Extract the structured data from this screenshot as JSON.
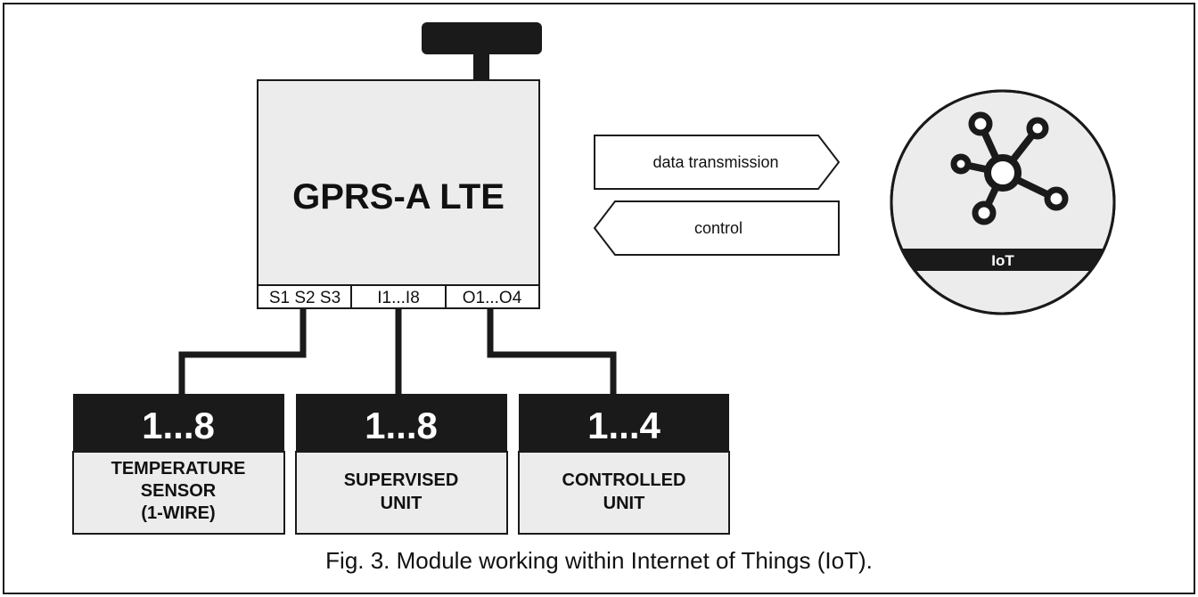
{
  "module": {
    "title": "GPRS-A LTE",
    "ports": [
      "S1 S2 S3",
      "I1...I8",
      "O1...O4"
    ]
  },
  "arrows": {
    "data_transmission": "data transmission",
    "control": "control"
  },
  "iot": {
    "label": "IoT"
  },
  "units": [
    {
      "count": "1...8",
      "label": [
        "TEMPERATURE",
        "SENSOR",
        "(1-WIRE)"
      ]
    },
    {
      "count": "1...8",
      "label": [
        "SUPERVISED",
        "UNIT"
      ]
    },
    {
      "count": "1...4",
      "label": [
        "CONTROLLED",
        "UNIT"
      ]
    }
  ],
  "caption": "Fig. 3. Module working within Internet of Things (IoT)."
}
